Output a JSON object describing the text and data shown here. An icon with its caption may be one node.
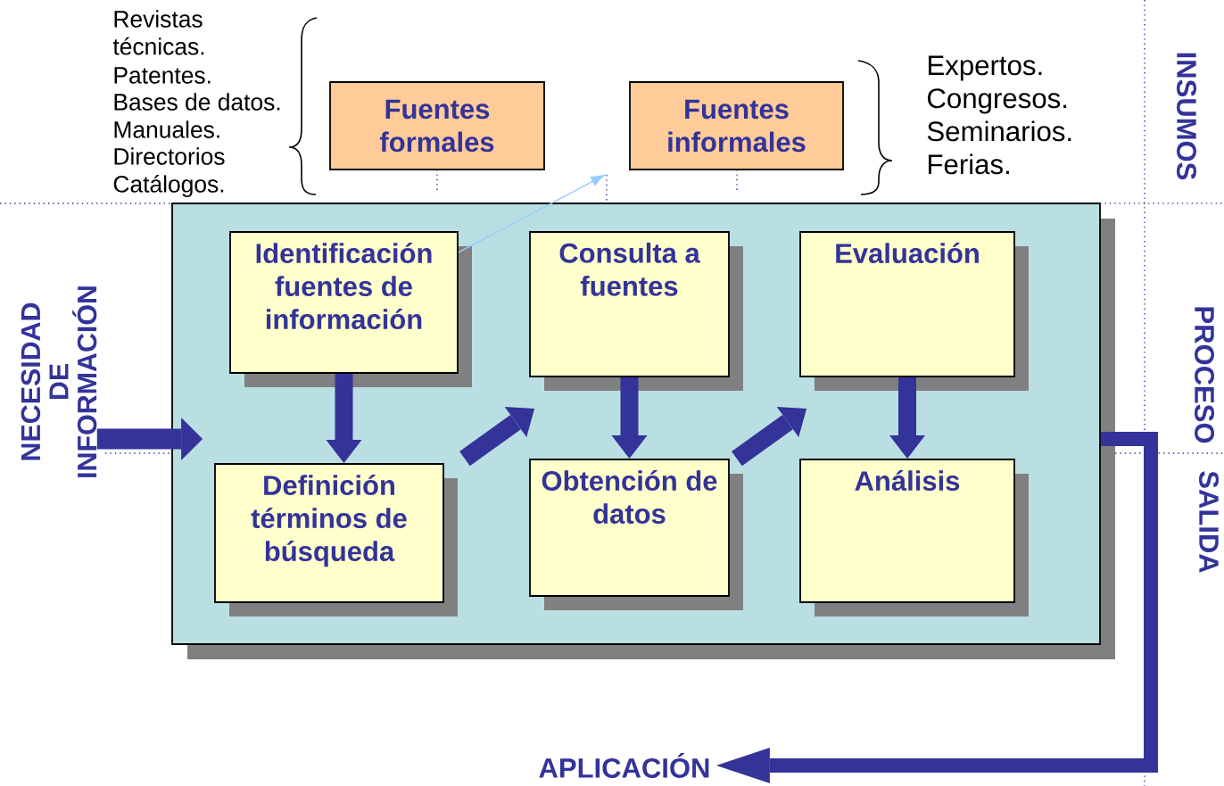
{
  "diagram": {
    "nodes": [
      {
        "text": [
          "NECESIDAD DE INFORMACIÓN"
        ]
      },
      {
        "text": [
          "Fuentes formales"
        ]
      },
      {
        "text": [
          "Fuentes informales"
        ]
      },
      {
        "text": [],
        "shape": "box"
      },
      {
        "text": [
          "Identificación fuentes de información"
        ],
        "in": 3
      },
      {
        "text": [
          "Consulta a fuentes"
        ],
        "in": 3
      },
      {
        "text": [
          "Evaluación"
        ],
        "in": 3
      },
      {
        "text": [
          "Definición términos de búsqueda"
        ],
        "in": 3
      },
      {
        "text": [
          "Obtención de datos"
        ],
        "in": 3
      },
      {
        "text": [
          "Análisis"
        ],
        "in": 3
      },
      {
        "text": [
          "APLICACIÓN"
        ]
      }
    ],
    "edges": [
      {
        "from": 0,
        "to": 3,
        "arrow": "to"
      },
      {
        "from": 4,
        "to": 7,
        "arrow": "to"
      },
      {
        "from": 7,
        "to": 5,
        "arrow": "to"
      },
      {
        "from": 5,
        "to": 8,
        "arrow": "to"
      },
      {
        "from": 8,
        "to": 6,
        "arrow": "to"
      },
      {
        "from": 6,
        "to": 9,
        "arrow": "to"
      },
      {
        "from": 4,
        "to": null,
        "arrow": "to",
        "color": "#99ccff"
      },
      {
        "from": 3,
        "to": 10,
        "arrow": "to"
      }
    ],
    "labels": [
      "Revistas técnicas.",
      "Patentes.",
      "Bases de datos.",
      "Manuales.",
      "Directorios",
      "Catálogos.",
      "Expertos.",
      "Congresos.",
      "Seminarios.",
      "Ferias.",
      "INSUMOS",
      "PROCESO",
      "SALIDA"
    ]
  }
}
